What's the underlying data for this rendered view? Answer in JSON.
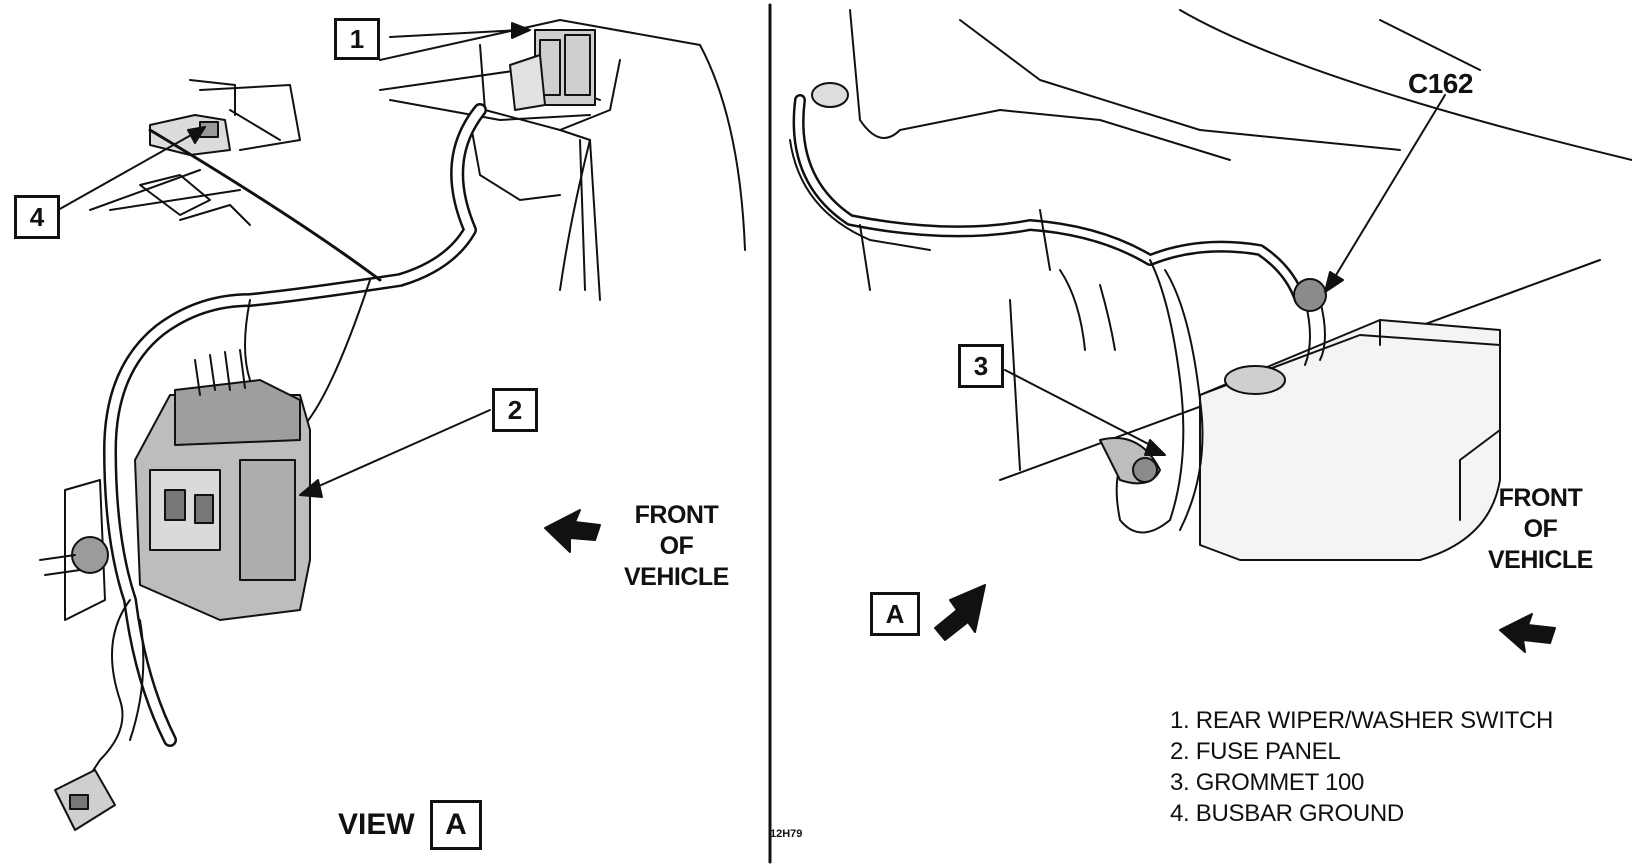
{
  "callouts": {
    "c1": "1",
    "c2": "2",
    "c3": "3",
    "c4": "4",
    "view_a": "A",
    "a_marker": "A"
  },
  "labels": {
    "view": "VIEW",
    "connector": "C162",
    "front_left": [
      "FRONT",
      "OF",
      "VEHICLE"
    ],
    "front_right": [
      "FRONT",
      "OF",
      "VEHICLE"
    ]
  },
  "legend": [
    "1. REAR WIPER/WASHER SWITCH",
    "2. FUSE PANEL",
    "3. GROMMET 100",
    "4. BUSBAR GROUND"
  ],
  "figure_code": "12H79"
}
